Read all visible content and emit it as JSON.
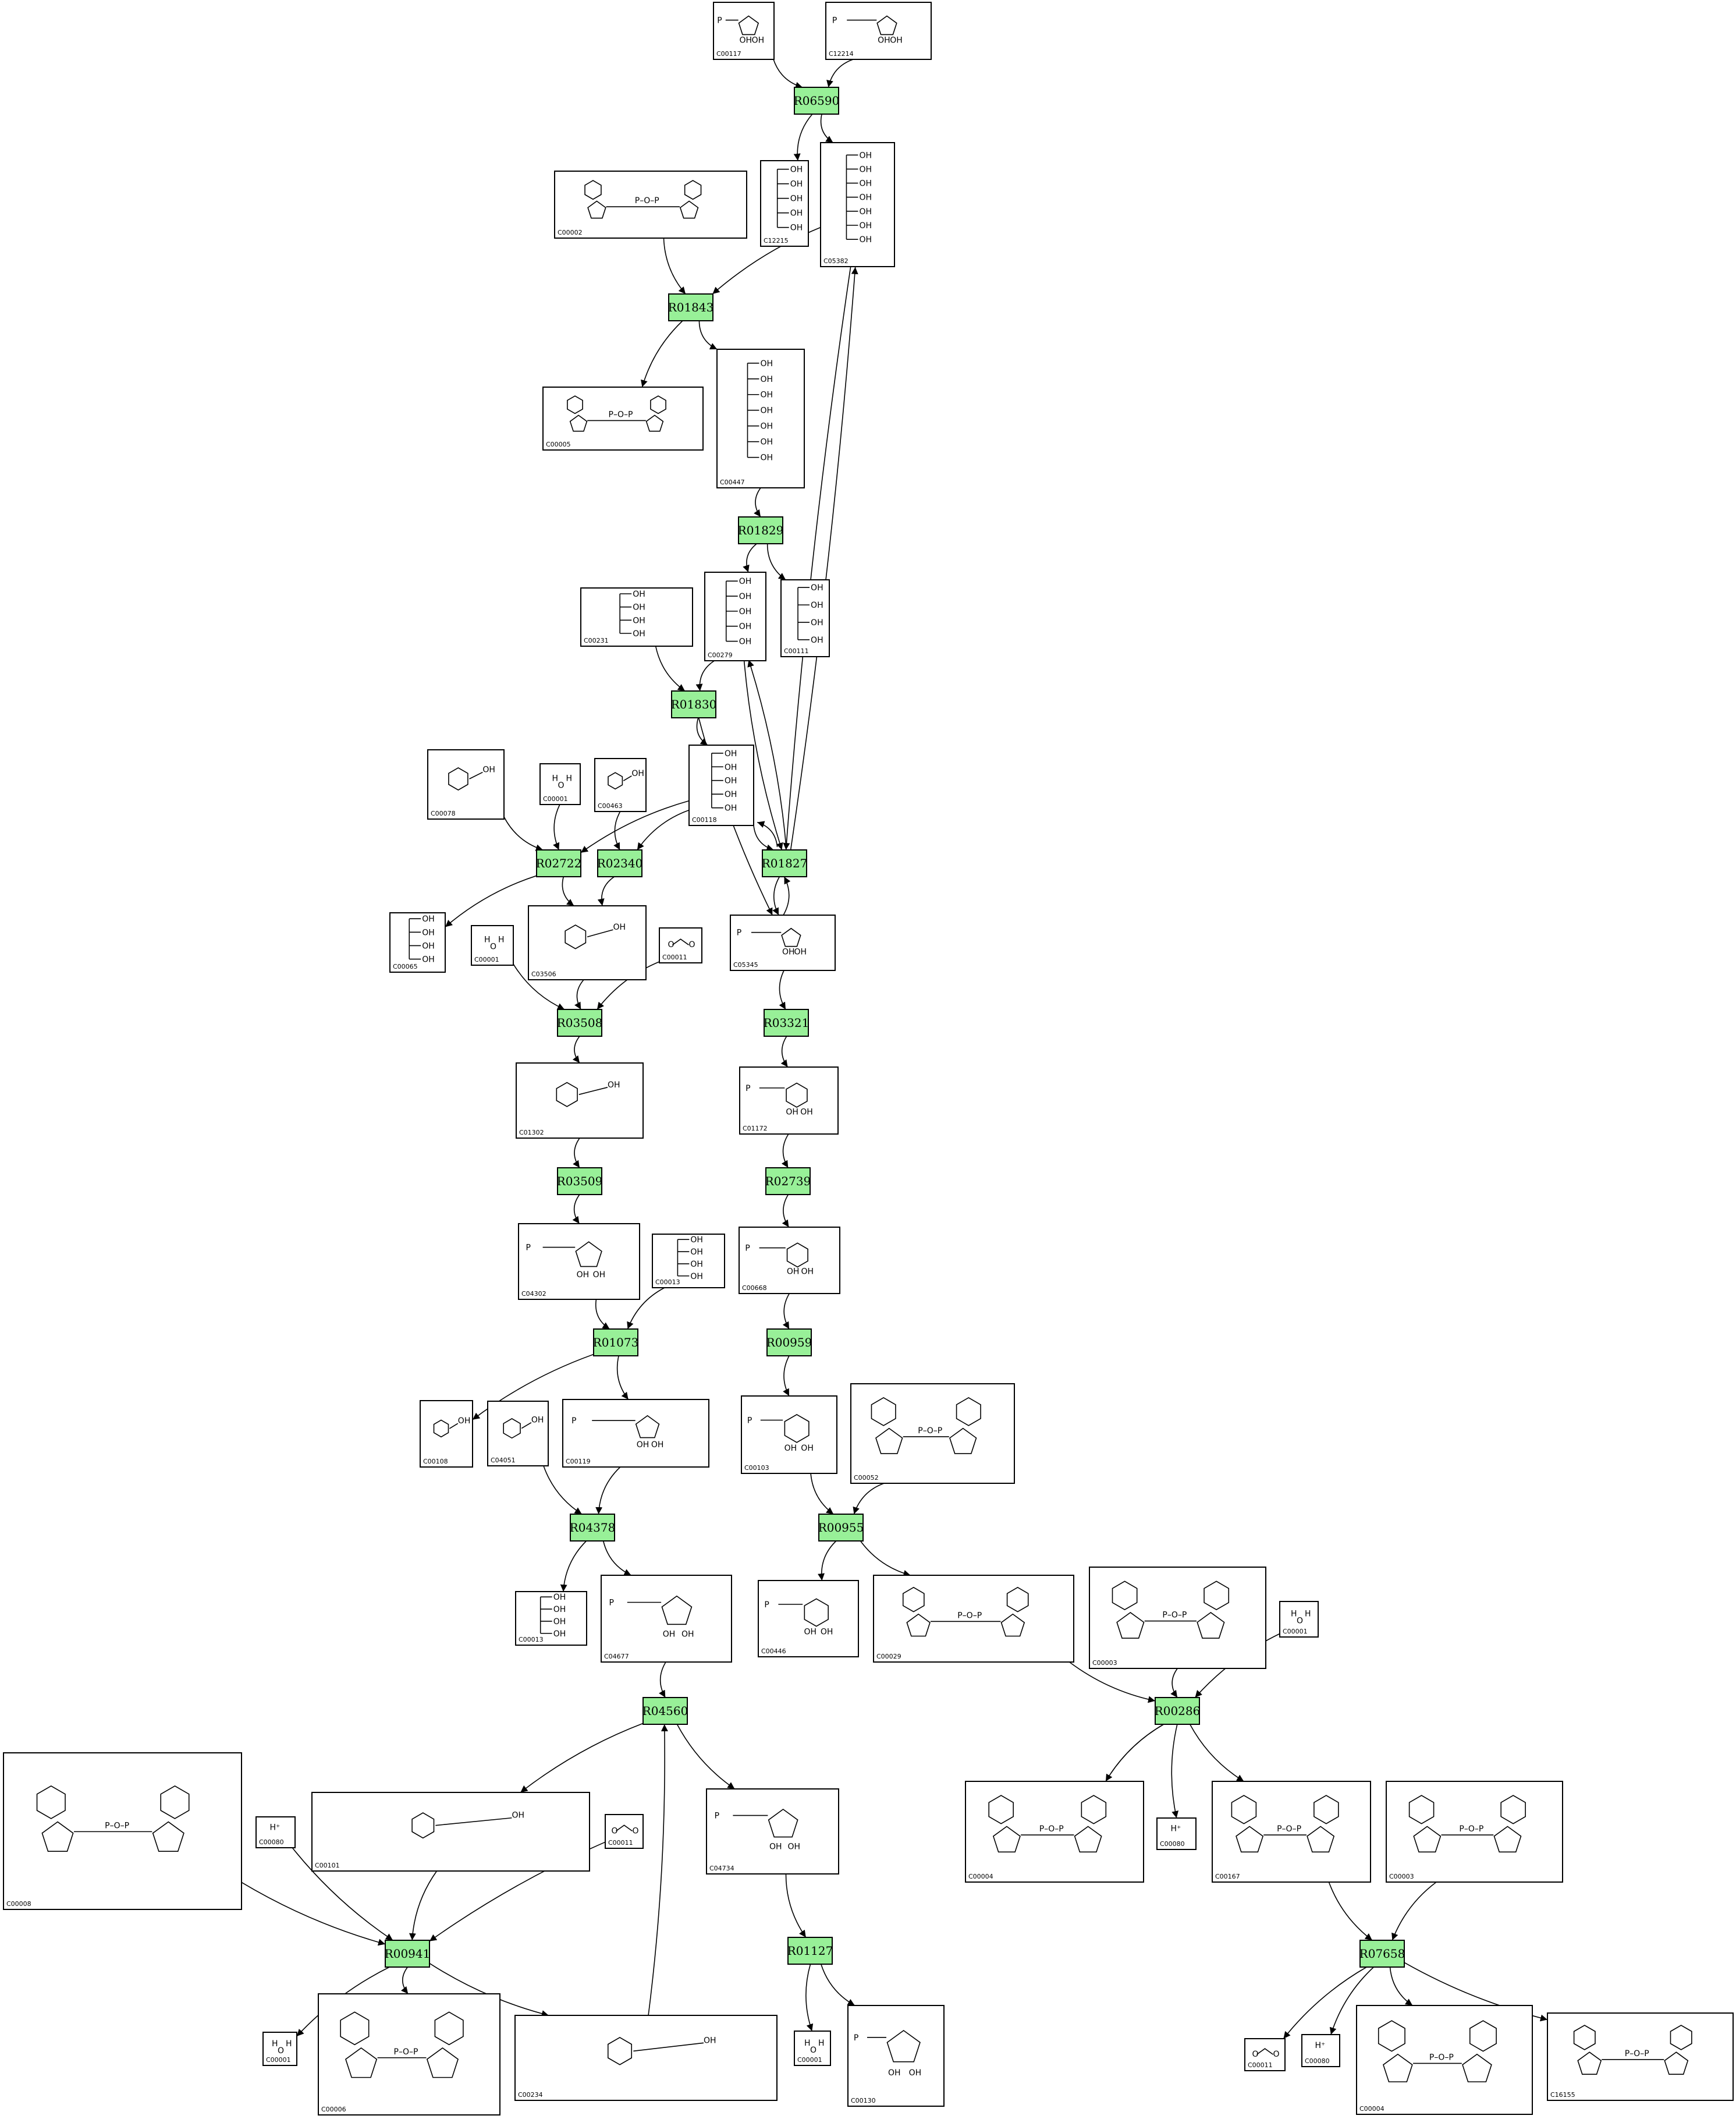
{
  "compounds": [
    {
      "id": "C00117",
      "label": "C00117",
      "chain": "ribose5p"
    },
    {
      "id": "C12214",
      "label": "C12214",
      "chain": "ribose5p"
    },
    {
      "id": "C12215",
      "label": "C12215",
      "chain": "chain"
    },
    {
      "id": "C05382",
      "label": "C05382",
      "chain": "chain"
    },
    {
      "id": "C00002",
      "label": "C00002",
      "chain": "nucleotide"
    },
    {
      "id": "C00005",
      "label": "C00005",
      "chain": "nucleotide"
    },
    {
      "id": "C00447",
      "label": "C00447",
      "chain": "chain"
    },
    {
      "id": "C00231",
      "label": "C00231",
      "chain": "chain"
    },
    {
      "id": "C00279",
      "label": "C00279",
      "chain": "chain"
    },
    {
      "id": "C00111",
      "label": "C00111",
      "chain": "chain"
    },
    {
      "id": "C00118",
      "label": "C00118",
      "chain": "chain"
    },
    {
      "id": "C00078",
      "label": "C00078",
      "chain": "ring"
    },
    {
      "id": "C00001",
      "label": "C00001",
      "chain": "water"
    },
    {
      "id": "C00463",
      "label": "C00463",
      "chain": "ring"
    },
    {
      "id": "C00065",
      "label": "C00065",
      "chain": "chain"
    },
    {
      "id": "C03506",
      "label": "C03506",
      "chain": "ring"
    },
    {
      "id": "C00011",
      "label": "C00011",
      "chain": "co2"
    },
    {
      "id": "C05345",
      "label": "C05345",
      "chain": "ribose5p"
    },
    {
      "id": "C01302",
      "label": "C01302",
      "chain": "ring"
    },
    {
      "id": "C01172",
      "label": "C01172",
      "chain": "sugar"
    },
    {
      "id": "C04302",
      "label": "C04302",
      "chain": "ribose5p"
    },
    {
      "id": "C00013",
      "label": "C00013",
      "chain": "chain"
    },
    {
      "id": "C00668",
      "label": "C00668",
      "chain": "sugar"
    },
    {
      "id": "C00108",
      "label": "C00108",
      "chain": "ring"
    },
    {
      "id": "C04051",
      "label": "C04051",
      "chain": "ring"
    },
    {
      "id": "C00119",
      "label": "C00119",
      "chain": "ribose5p"
    },
    {
      "id": "C00103",
      "label": "C00103",
      "chain": "sugar"
    },
    {
      "id": "C00052",
      "label": "C00052",
      "chain": "nucleotide"
    },
    {
      "id": "C00446",
      "label": "C00446",
      "chain": "sugar"
    },
    {
      "id": "C00029",
      "label": "C00029",
      "chain": "nucleotide"
    },
    {
      "id": "C00003",
      "label": "C00003",
      "chain": "nucleotide"
    },
    {
      "id": "C04677",
      "label": "C04677",
      "chain": "ribose5p"
    },
    {
      "id": "C00008",
      "label": "C00008",
      "chain": "nucleotide"
    },
    {
      "id": "C00080",
      "label": "C00080",
      "chain": "proton"
    },
    {
      "id": "C00101",
      "label": "C00101",
      "chain": "ring"
    },
    {
      "id": "C04734",
      "label": "C04734",
      "chain": "ribose5p"
    },
    {
      "id": "C00004",
      "label": "C00004",
      "chain": "nucleotide"
    },
    {
      "id": "C00167",
      "label": "C00167",
      "chain": "nucleotide"
    },
    {
      "id": "C00006",
      "label": "C00006",
      "chain": "nucleotide"
    },
    {
      "id": "C00234",
      "label": "C00234",
      "chain": "ring"
    },
    {
      "id": "C00130",
      "label": "C00130",
      "chain": "ribose5p"
    },
    {
      "id": "C16155",
      "label": "C16155",
      "chain": "nucleotide"
    }
  ],
  "reactions": [
    {
      "id": "R06590",
      "label": "R06590"
    },
    {
      "id": "R01843",
      "label": "R01843"
    },
    {
      "id": "R01829",
      "label": "R01829"
    },
    {
      "id": "R01830",
      "label": "R01830"
    },
    {
      "id": "R02722",
      "label": "R02722"
    },
    {
      "id": "R02340",
      "label": "R02340"
    },
    {
      "id": "R01827",
      "label": "R01827"
    },
    {
      "id": "R03508",
      "label": "R03508"
    },
    {
      "id": "R03321",
      "label": "R03321"
    },
    {
      "id": "R03509",
      "label": "R03509"
    },
    {
      "id": "R02739",
      "label": "R02739"
    },
    {
      "id": "R01073",
      "label": "R01073"
    },
    {
      "id": "R00959",
      "label": "R00959"
    },
    {
      "id": "R04378",
      "label": "R04378"
    },
    {
      "id": "R00955",
      "label": "R00955"
    },
    {
      "id": "R04560",
      "label": "R04560"
    },
    {
      "id": "R00286",
      "label": "R00286"
    },
    {
      "id": "R00941",
      "label": "R00941"
    },
    {
      "id": "R01127",
      "label": "R01127"
    },
    {
      "id": "R07658",
      "label": "R07658"
    }
  ],
  "edges": [
    [
      "C00117",
      "R06590"
    ],
    [
      "C12214",
      "R06590"
    ],
    [
      "R06590",
      "C12215"
    ],
    [
      "R06590",
      "C05382"
    ],
    [
      "C00002",
      "R01843"
    ],
    [
      "C05382",
      "R01843"
    ],
    [
      "R01843",
      "C00005"
    ],
    [
      "R01843",
      "C00447"
    ],
    [
      "C00447",
      "R01829"
    ],
    [
      "R01829",
      "C00279"
    ],
    [
      "R01829",
      "C00111"
    ],
    [
      "C00231",
      "R01830"
    ],
    [
      "C00279",
      "R01830"
    ],
    [
      "R01830",
      "C00118"
    ],
    [
      "R01830",
      "C05345"
    ],
    [
      "C00078",
      "R02722"
    ],
    [
      "C00001",
      "R02722"
    ],
    [
      "C00118",
      "R02722"
    ],
    [
      "R02722",
      "C00065"
    ],
    [
      "R02722",
      "C03506"
    ],
    [
      "C00463",
      "R02340"
    ],
    [
      "C00118",
      "R02340"
    ],
    [
      "R02340",
      "C03506"
    ],
    [
      "C00118",
      "R01827"
    ],
    [
      "R01827",
      "C00118"
    ],
    [
      "C00279",
      "R01827"
    ],
    [
      "R01827",
      "C00279"
    ],
    [
      "C05345",
      "R01827"
    ],
    [
      "R01827",
      "C05345"
    ],
    [
      "C05382",
      "R01827"
    ],
    [
      "R01827",
      "C05382"
    ],
    [
      "C00001",
      "R03508"
    ],
    [
      "C03506",
      "R03508"
    ],
    [
      "C00011",
      "R03508"
    ],
    [
      "R03508",
      "C01302"
    ],
    [
      "C05345",
      "R03321"
    ],
    [
      "R03321",
      "C01172"
    ],
    [
      "C01302",
      "R03509"
    ],
    [
      "R03509",
      "C04302"
    ],
    [
      "C01172",
      "R02739"
    ],
    [
      "R02739",
      "C00668"
    ],
    [
      "C04302",
      "R01073"
    ],
    [
      "C00013",
      "R01073"
    ],
    [
      "R01073",
      "C00108"
    ],
    [
      "R01073",
      "C00119"
    ],
    [
      "C00668",
      "R00959"
    ],
    [
      "R00959",
      "C00103"
    ],
    [
      "C04051",
      "R04378"
    ],
    [
      "C00119",
      "R04378"
    ],
    [
      "R04378",
      "C00013"
    ],
    [
      "R04378",
      "C04677"
    ],
    [
      "C00103",
      "R00955"
    ],
    [
      "C00052",
      "R00955"
    ],
    [
      "R00955",
      "C00446"
    ],
    [
      "R00955",
      "C00029"
    ],
    [
      "C04677",
      "R04560"
    ],
    [
      "C00234",
      "R04560"
    ],
    [
      "R04560",
      "C00101"
    ],
    [
      "R04560",
      "C04734"
    ],
    [
      "C00029",
      "R00286"
    ],
    [
      "C00003",
      "R00286"
    ],
    [
      "C00001",
      "R00286"
    ],
    [
      "R00286",
      "C00004"
    ],
    [
      "R00286",
      "C00080"
    ],
    [
      "R00286",
      "C00167"
    ],
    [
      "C00008",
      "R00941"
    ],
    [
      "C00080",
      "R00941"
    ],
    [
      "C00101",
      "R00941"
    ],
    [
      "C00011",
      "R00941"
    ],
    [
      "R00941",
      "C00001"
    ],
    [
      "R00941",
      "C00006"
    ],
    [
      "R00941",
      "C00234"
    ],
    [
      "C04734",
      "R01127"
    ],
    [
      "R01127",
      "C00001"
    ],
    [
      "R01127",
      "C00130"
    ],
    [
      "C00167",
      "R07658"
    ],
    [
      "C00003",
      "R07658"
    ],
    [
      "R07658",
      "C00011"
    ],
    [
      "R07658",
      "C00080"
    ],
    [
      "R07658",
      "C00004"
    ],
    [
      "R07658",
      "C16155"
    ]
  ]
}
